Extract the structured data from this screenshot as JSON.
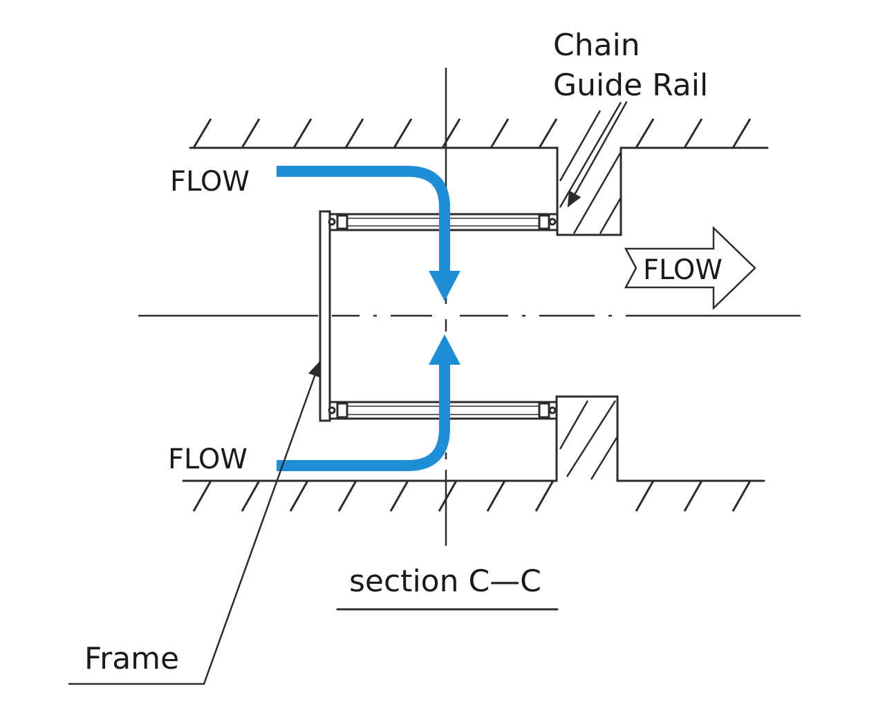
{
  "labels": {
    "chain_guide_rail_line1": "Chain",
    "chain_guide_rail_line2": "Guide Rail",
    "flow_top": "FLOW",
    "flow_bottom": "FLOW",
    "flow_right": "FLOW",
    "section": "section C—C",
    "frame": "Frame"
  },
  "colors": {
    "flow_arrow": "#1e8fd6",
    "line": "#2b2b2b",
    "background": "#ffffff"
  }
}
